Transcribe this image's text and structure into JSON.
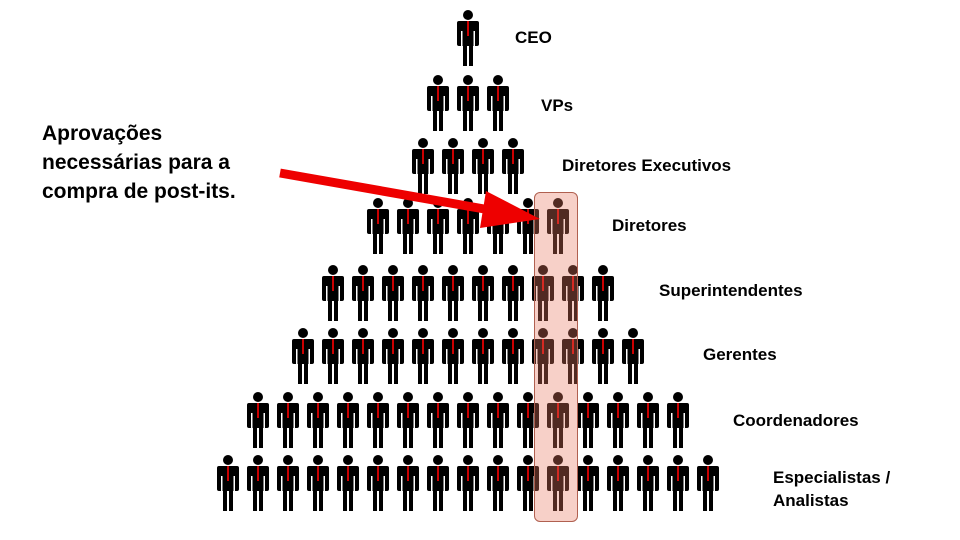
{
  "levels": [
    {
      "label": "CEO",
      "count": 1
    },
    {
      "label": "VPs",
      "count": 3
    },
    {
      "label": "Diretores Executivos",
      "count": 4
    },
    {
      "label": "Diretores",
      "count": 7
    },
    {
      "label": "Superintendentes",
      "count": 10
    },
    {
      "label": "Gerentes",
      "count": 12
    },
    {
      "label": "Coordenadores",
      "count": 15
    },
    {
      "label": "Especialistas /",
      "label_line2": "Analistas",
      "count": 17
    }
  ],
  "callout": {
    "lines": [
      "Aprovações",
      "necessárias para a",
      "compra de post-its."
    ]
  },
  "colors": {
    "person": "#000000",
    "tie": "#cc0000",
    "arrow": "#ee0000",
    "highlight_fill": "#f2b9a8",
    "highlight_border": "#b06050"
  },
  "icons": {
    "person": "person-icon",
    "arrow": "arrow-icon"
  }
}
